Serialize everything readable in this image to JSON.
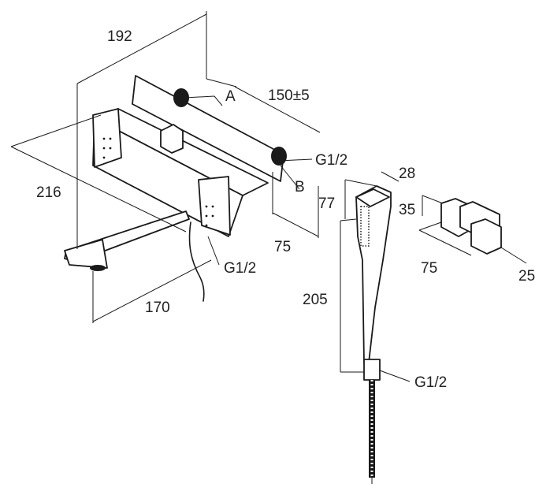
{
  "dimensions": {
    "d192": "192",
    "d150": "150±5",
    "d216": "216",
    "d170": "170",
    "d75_mixer": "75",
    "d77": "77",
    "d28": "28",
    "d205": "205",
    "d35": "35",
    "d75_holder": "75",
    "d25": "25"
  },
  "labels": {
    "a": "A",
    "b": "B",
    "g12_top": "G1/2",
    "g12_hose": "G1/2",
    "g12_handshower": "G1/2"
  },
  "colors": {
    "line": "#1a1a1a",
    "background": "#ffffff"
  }
}
